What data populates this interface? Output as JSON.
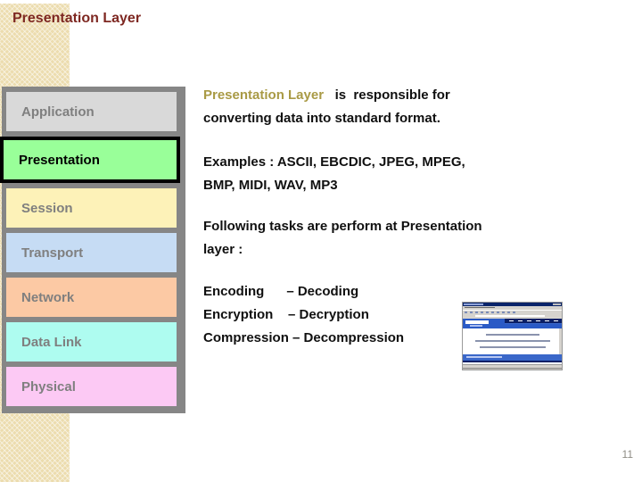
{
  "slide": {
    "title": "Presentation Layer",
    "page_number": "11"
  },
  "osi_stack": {
    "layers": [
      {
        "label": "Application",
        "color": "#d9d9d9",
        "highlighted": false
      },
      {
        "label": "Presentation",
        "color": "#99ff99",
        "highlighted": true
      },
      {
        "label": "Session",
        "color": "#fdf2b8",
        "highlighted": false
      },
      {
        "label": "Transport",
        "color": "#c6dcf4",
        "highlighted": false
      },
      {
        "label": "Network",
        "color": "#fcc9a4",
        "highlighted": false
      },
      {
        "label": "Data Link",
        "color": "#aefcf0",
        "highlighted": false
      },
      {
        "label": "Physical",
        "color": "#fcc9f4",
        "highlighted": false
      }
    ]
  },
  "content": {
    "intro": {
      "highlight": "Presentation Layer",
      "line1_rest": "   is  responsible for",
      "line2": "converting data into standard format."
    },
    "examples_lines": [
      "Examples : ASCII, EBCDIC, JPEG, MPEG,",
      "BMP, MIDI, WAV, MP3"
    ],
    "tasks_heading_lines": [
      "Following tasks are perform at Presentation",
      "layer :"
    ],
    "tasks": [
      "Encoding      – Decoding",
      "Encryption    – Decryption",
      "Compression – Decompression"
    ]
  },
  "embedded_image": {
    "name": "browser-webpage-screenshot-thumbnail"
  },
  "colors": {
    "title_text": "#7e2822",
    "body_highlight": "#a99a45",
    "body_text": "#101010",
    "panel_gray": "#868686",
    "accent_band_tan": "#ecdcae",
    "layer_label_gray": "#7f7f7f",
    "page_number_gray": "#8f8d85"
  }
}
